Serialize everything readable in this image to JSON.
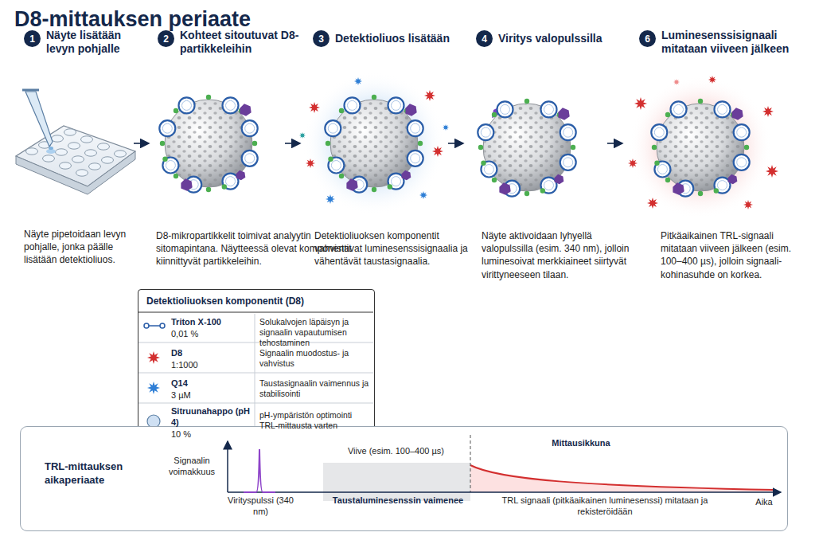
{
  "diagram": {
    "title": "D8-mittauksen periaate",
    "nodes": [
      {
        "text": [
          "1"
        ]
      },
      {
        "text": [
          "2"
        ]
      },
      {
        "text": [
          "3"
        ]
      },
      {
        "text": [
          "4"
        ]
      },
      {
        "text": [
          "6"
        ]
      },
      {
        "text": [
          "Detektioliuoksen komponentit (D8)"
        ]
      },
      {
        "text": [
          "TRL-mittauksen aikaperiaate"
        ]
      }
    ],
    "labels": [
      "Näyte lisätään levyn pohjalle",
      "Kohteet sitoutuvat D8-partikkeleihin",
      "Detektioliuos lisätään",
      "Viritys valopulssilla",
      "Luminesenssisignaali mitataan viiveen jälkeen",
      "Näyte pipetoidaan levyn pohjalle, jonka päälle lisätään detektioliuos.",
      "D8-mikropartikkelit toimivat analyytin sitomapintana. Näytteessä olevat komponentit kiinnittyvät partikkeleihin.",
      "Detektioliuoksen komponentit vahvistavat luminesenssisignaalia ja vähentävät taustasignaalia.",
      "Näyte aktivoidaan lyhyellä valopulssilla (esim. 340 nm), jolloin luminesoivat merkkiaineet siirtyvät virittyneeseen tilaan.",
      "Pitkäaikainen TRL-signaali mitataan viiveen jälkeen (esim. 100–400 µs), jolloin signaali-kohinasuhde on korkea.",
      "Triton X-100",
      "0,01 %",
      "Solukalvojen läpäisyn ja signaalin vapautumisen tehostaminen",
      "D8",
      "1:1000",
      "Signaalin muodostus- ja vahvistus",
      "Q14",
      "3 µM",
      "Taustasignaalin vaimennus ja stabilisointi",
      "Sitruunahappo (pH 4)",
      "10 %",
      "pH-ympäristön optimointi TRL-mittausta varten",
      "Signaalin voimakkuus",
      "Viive (esim. 100–400 µs)",
      "Mittausikkuna",
      "Virityspulssi (340 nm)",
      "Taustaluminesenssin vaimenee",
      "TRL signaali (pitkäaikainen luminesenssi) mitataan ja rekisteröidään",
      "Aika"
    ]
  }
}
